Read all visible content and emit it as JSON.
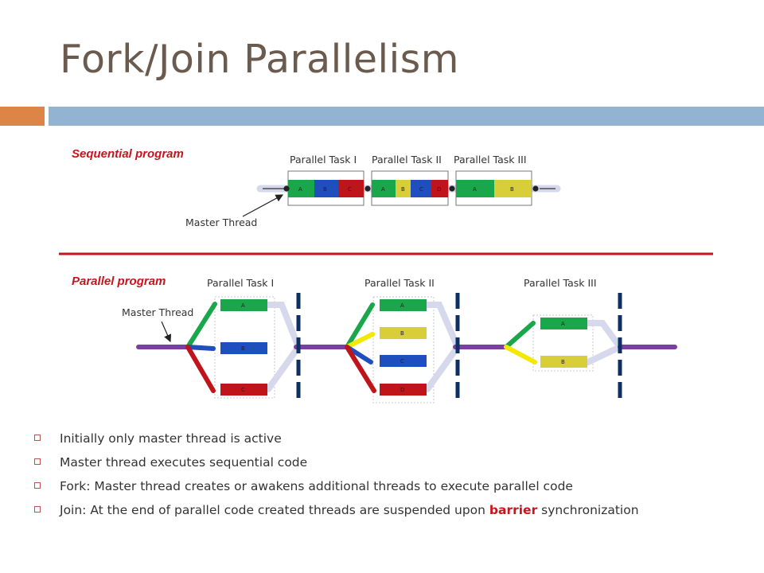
{
  "slide": {
    "title": "Fork/Join Parallelism",
    "accent_color": "#dd8547",
    "bar_color": "#92b3d2"
  },
  "diagram": {
    "sequential": {
      "label": "Sequential program",
      "master_label": "Master Thread",
      "tasks": [
        {
          "label": "Parallel Task I",
          "segments": [
            "A",
            "B",
            "C"
          ]
        },
        {
          "label": "Parallel Task II",
          "segments": [
            "A",
            "B",
            "C",
            "D"
          ]
        },
        {
          "label": "Parallel Task III",
          "segments": [
            "A",
            "B"
          ]
        }
      ]
    },
    "parallel": {
      "label": "Parallel program",
      "master_label": "Master Thread",
      "tasks": [
        {
          "label": "Parallel Task I",
          "threads": [
            "A",
            "B",
            "C"
          ]
        },
        {
          "label": "Parallel Task II",
          "threads": [
            "A",
            "B",
            "C",
            "D"
          ]
        },
        {
          "label": "Parallel Task III",
          "threads": [
            "A",
            "B"
          ]
        }
      ]
    },
    "colors": {
      "A": "#1aa64a",
      "B": "#1f4fbf",
      "C": "#c0141b",
      "D": "#c0141b",
      "B_yellow": "#d7ce3a",
      "master": "#7b3fa3",
      "barrier": "#0d2f63",
      "divider": "#c8141c"
    }
  },
  "bullets": {
    "items": [
      {
        "pre": "Initially only master thread is active",
        "highlight": "",
        "post": ""
      },
      {
        "pre": "Master thread executes sequential code",
        "highlight": "",
        "post": ""
      },
      {
        "pre": "Fork: Master thread creates or awakens additional threads to execute parallel code",
        "highlight": "",
        "post": ""
      },
      {
        "pre": "Join: At the end of parallel code created threads are suspended upon ",
        "highlight": "barrier",
        "post": " synchronization"
      }
    ]
  }
}
